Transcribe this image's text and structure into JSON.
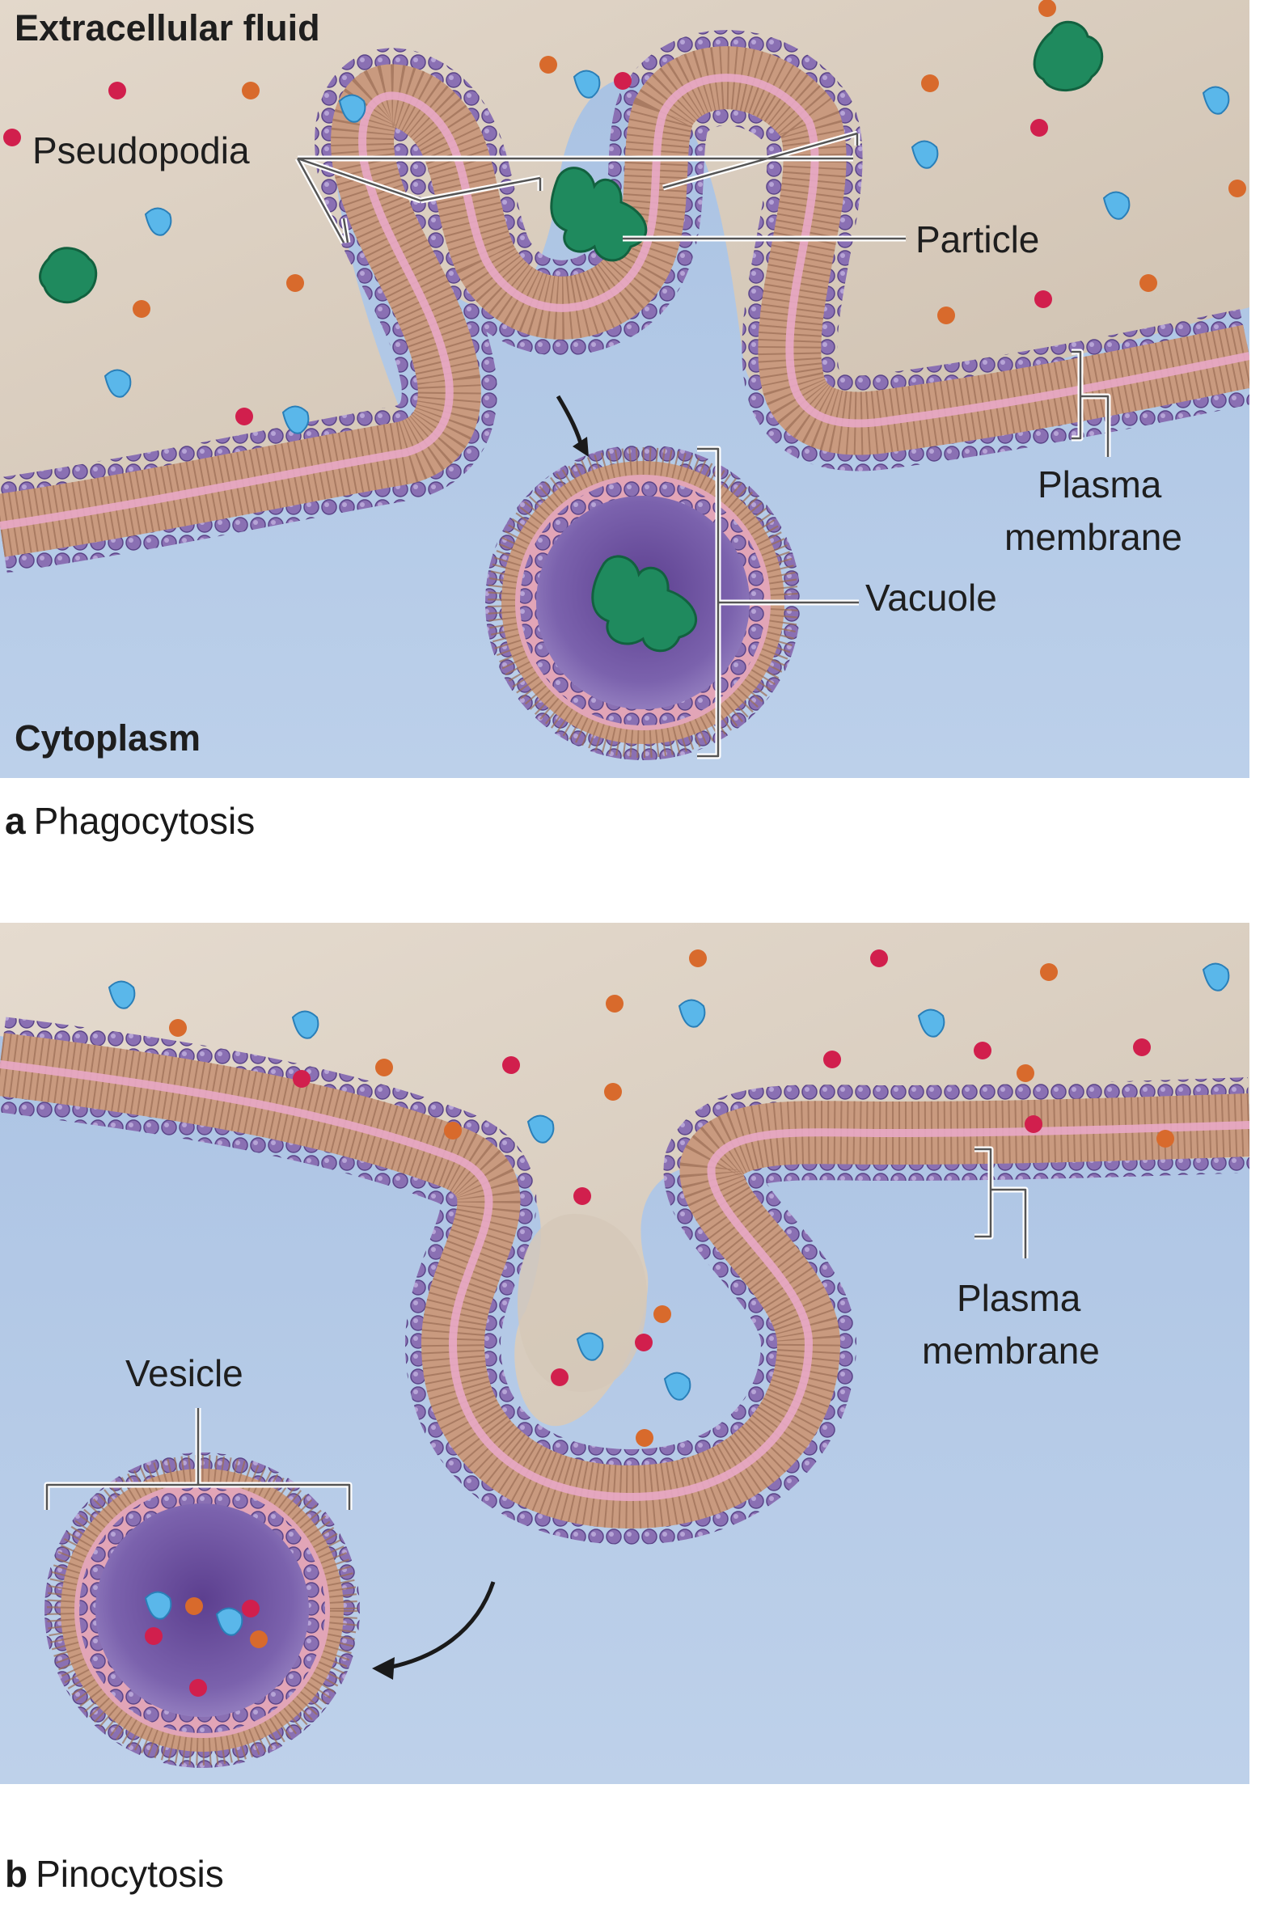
{
  "panel_a": {
    "region_top": "Extracellular fluid",
    "region_bottom": "Cytoplasm",
    "labels": {
      "pseudopodia": "Pseudopodia",
      "particle": "Particle",
      "plasma_membrane_line1": "Plasma",
      "plasma_membrane_line2": "membrane",
      "vacuole": "Vacuole"
    },
    "caption_letter": "a",
    "caption_text": "Phagocytosis"
  },
  "panel_b": {
    "labels": {
      "plasma_membrane_line1": "Plasma",
      "plasma_membrane_line2": "membrane",
      "vesicle": "Vesicle"
    },
    "caption_letter": "b",
    "caption_text": "Pinocytosis"
  },
  "colors": {
    "extracellular": "#d9ccbd",
    "cytoplasm": "#b3c9e4",
    "phospholipid_head": "#8d73b5",
    "tail_band": "#c99a7f",
    "membrane_core": "#e8a8c6",
    "particle": "#1f8a5e",
    "solute_red": "#d11f4d",
    "solute_orange": "#d86a2c",
    "solute_blue": "#5ab7ea"
  }
}
